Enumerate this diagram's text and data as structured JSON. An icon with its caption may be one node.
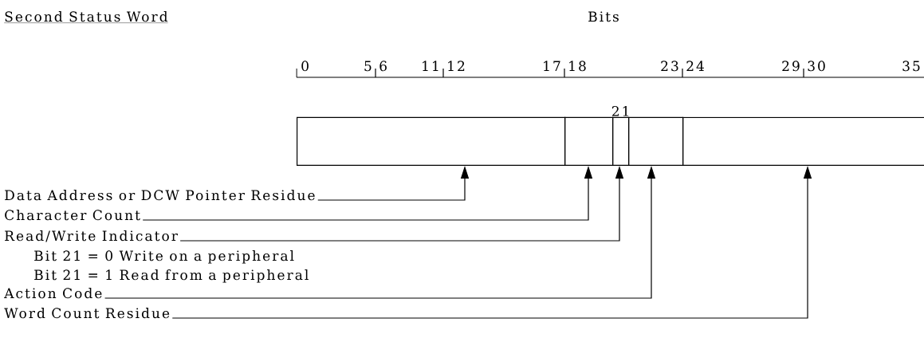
{
  "diagram": {
    "title": "Second Status Word",
    "nodes": [
      {
        "text": [],
        "shape": "box"
      },
      {
        "text": [],
        "shape": "box"
      },
      {
        "text": [
          "21"
        ]
      },
      {
        "text": [],
        "shape": "box"
      },
      {
        "text": [],
        "shape": "box"
      },
      {
        "text": [
          "Data Address or DCW Pointer Residue"
        ]
      },
      {
        "text": [
          "Character Count"
        ]
      },
      {
        "text": [
          "Read/Write Indicator"
        ]
      },
      {
        "text": [
          "Action Code"
        ]
      },
      {
        "text": [
          "Word Count Residue"
        ]
      }
    ],
    "edges": [
      {
        "from": 5,
        "to": 0,
        "arrow": "to"
      },
      {
        "from": 6,
        "to": 1,
        "arrow": "to"
      },
      {
        "from": 7,
        "to": 2,
        "arrow": "to"
      },
      {
        "from": 8,
        "to": 3,
        "arrow": "to"
      },
      {
        "from": 9,
        "to": 4,
        "arrow": "to"
      }
    ],
    "labels": [
      "Bits",
      "0",
      "5",
      "6",
      "11",
      "12",
      "17",
      "18",
      "23",
      "24",
      "29",
      "30",
      "35",
      "Bit 21 = 0 Write on a peripheral",
      "Bit 21 = 1 Read from a peripheral"
    ]
  }
}
